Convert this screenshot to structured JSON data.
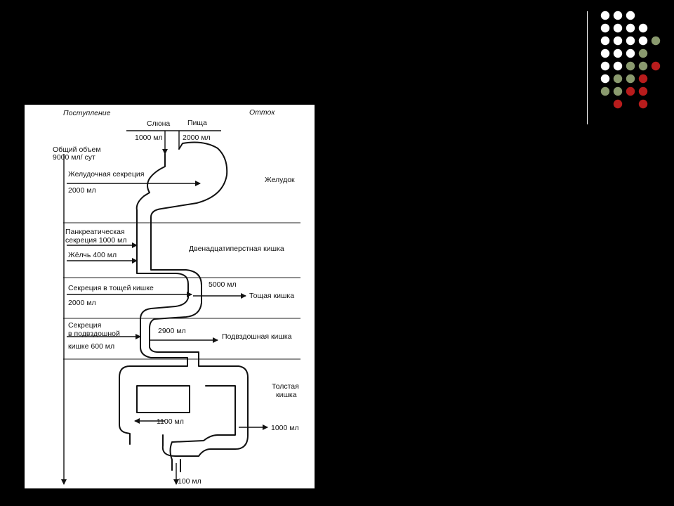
{
  "colors": {
    "background": "#000000",
    "dot_white": "#ffffff",
    "dot_green": "#8a9a6e",
    "dot_red": "#b81c1c",
    "divider": "#ffffff"
  },
  "decor": {
    "dot_grid": [
      [
        "w",
        "w",
        "w",
        "",
        "",
        ""
      ],
      [
        "w",
        "w",
        "w",
        "w",
        "",
        ""
      ],
      [
        "w",
        "w",
        "w",
        "w",
        "g",
        ""
      ],
      [
        "w",
        "w",
        "w",
        "g",
        "",
        ""
      ],
      [
        "w",
        "w",
        "g",
        "g",
        "r",
        ""
      ],
      [
        "w",
        "g",
        "g",
        "r",
        "",
        ""
      ],
      [
        "g",
        "g",
        "r",
        "r",
        "",
        ""
      ],
      [
        "",
        "r",
        "",
        "r",
        "",
        ""
      ]
    ]
  },
  "diagram": {
    "header_left": "Поступление",
    "header_right": "Отток",
    "saliva": {
      "label": "Слюна",
      "amount": "1000 мл"
    },
    "food": {
      "label": "Пища",
      "amount": "2000 мл"
    },
    "total_volume": {
      "line1": "Общий объем",
      "line2": "9000 мл/ сут"
    },
    "gastric": {
      "label": "Желудочная секреция",
      "amount": "2000 мл"
    },
    "stomach": "Желудок",
    "pancreatic": {
      "line1": "Панкреатическая",
      "line2": "секреция 1000 мл"
    },
    "bile": "Жёлчь 400 мл",
    "duodenum": "Двенадцатиперстная кишка",
    "jejunal": {
      "label": "Секреция в тощей кишке",
      "amount": "2000 мл"
    },
    "jejunum_out": "5000 мл",
    "jejunum": "Тощая кишка",
    "ileal": {
      "line1": "Секреция",
      "line2": "в подвздошной",
      "line3": "кишке 600 мл"
    },
    "ileum_out": "2900 мл",
    "ileum": "Подвздошная кишка",
    "colon": {
      "line1": "Толстая",
      "line2": "кишка"
    },
    "colon_in": "1100 мл",
    "colon_out": "1000 мл",
    "excreted": "100 мл"
  }
}
